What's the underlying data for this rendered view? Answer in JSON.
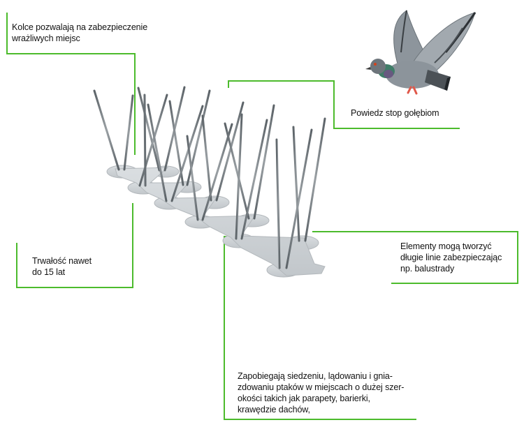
{
  "accent_color": "#4cbb2c",
  "product": {
    "name": "bird-spike-strip",
    "base_color": "#cfd3d6",
    "spike_color": "#6f767b"
  },
  "bird": {
    "name": "pigeon-in-flight",
    "plumage_color": "#8c949b",
    "wing_tip_color": "#2d3135"
  },
  "callouts": {
    "top_left": {
      "lines": [
        "Kolce pozwalają na zabezpieczenie",
        "wrażliwych miejsc"
      ]
    },
    "top_right": {
      "lines": [
        "Powiedz stop gołębiom"
      ]
    },
    "mid_left": {
      "lines": [
        "Trwałość nawet",
        "do 15 lat"
      ]
    },
    "mid_right": {
      "lines": [
        "Elementy mogą tworzyć",
        "długie linie zabezpieczając",
        "np. balustrady"
      ]
    },
    "bottom": {
      "lines": [
        "Zapobiegają siedzeniu, lądowaniu i gnia-",
        "zdowaniu ptaków w miejscach o dużej szer-",
        "okości takich jak parapety, barierki,",
        "krawędzie dachów,"
      ]
    }
  }
}
